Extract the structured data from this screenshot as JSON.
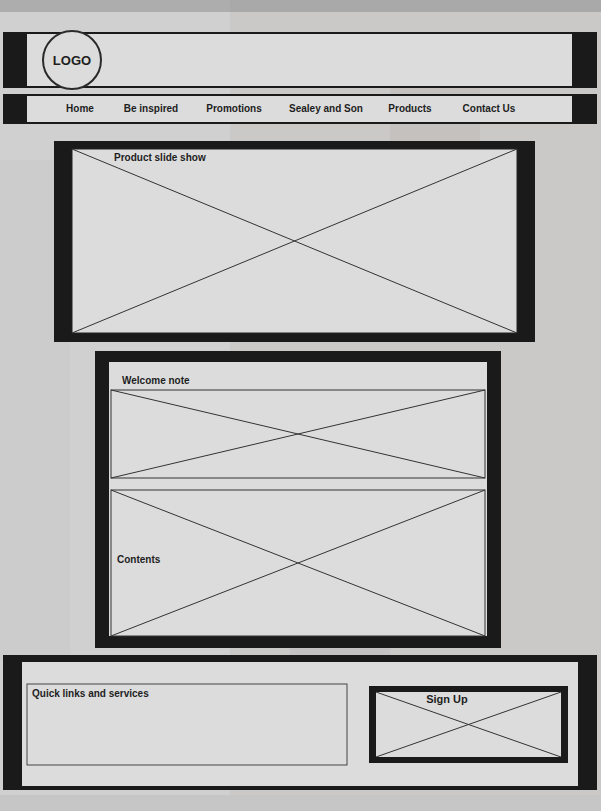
{
  "diagram": {
    "nodes": [
      {
        "text": [
          "LOGO"
        ]
      },
      {
        "text": [
          "Home",
          "Be inspired",
          "Promotions",
          "Sealey and Son",
          "Products",
          "Contact Us"
        ]
      },
      {
        "text": [
          "Product slide show"
        ]
      },
      {
        "text": [
          "Welcome note"
        ]
      },
      {
        "text": [
          "Contents"
        ]
      },
      {
        "text": [
          "Quick links and services"
        ]
      },
      {
        "text": [
          "Sign Up"
        ]
      }
    ]
  }
}
